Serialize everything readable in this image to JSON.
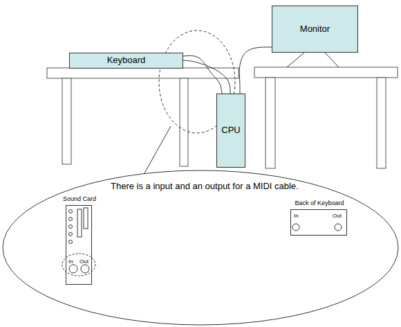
{
  "diagram": {
    "nodes": [
      {
        "text": [
          "Keyboard"
        ]
      },
      {
        "text": [
          "Monitor"
        ]
      },
      {
        "text": [
          "CPU"
        ]
      },
      {
        "text": [
          "There is a input and an output for a MIDI cable."
        ]
      },
      {
        "text": [
          "Sound Card",
          "In",
          "Out"
        ],
        "in": 3
      },
      {
        "text": [
          "Back of Keyboard",
          "In",
          "Out"
        ],
        "in": 3
      }
    ],
    "edges": [
      {
        "from": 0,
        "to": 2,
        "arrow": "none"
      },
      {
        "from": 0,
        "to": 2,
        "arrow": "none"
      },
      {
        "from": 1,
        "to": 2,
        "arrow": "none"
      }
    ]
  }
}
